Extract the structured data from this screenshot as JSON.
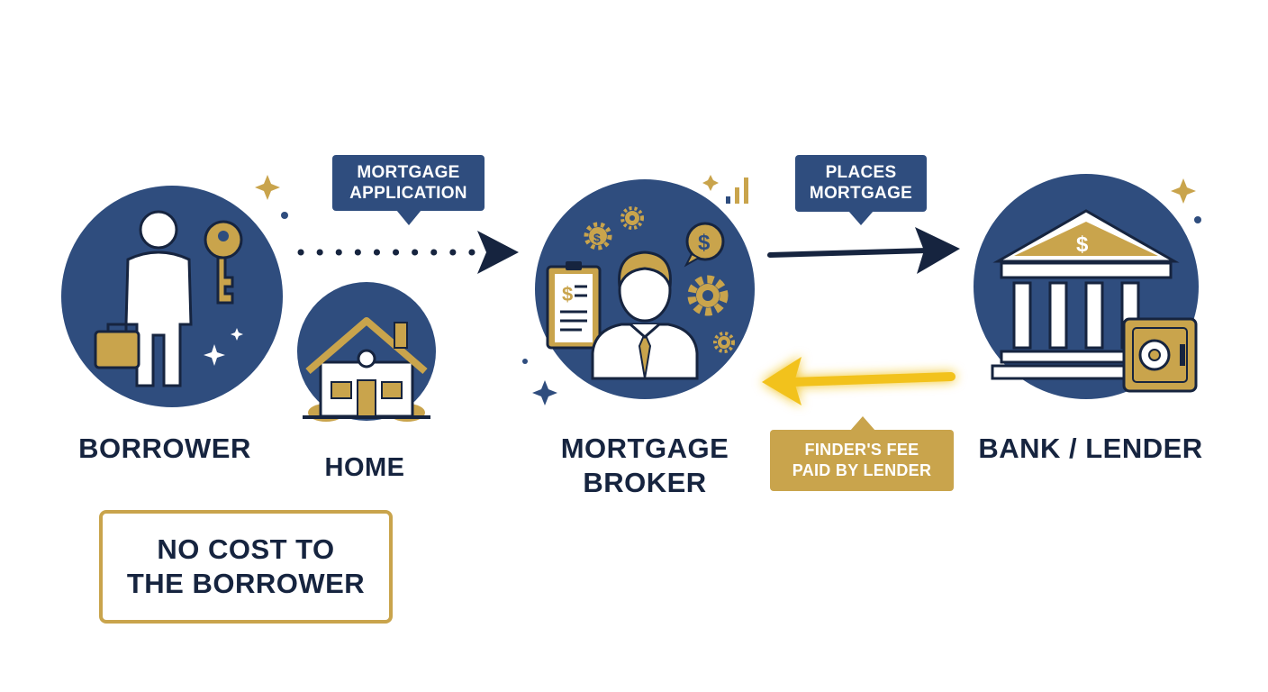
{
  "diagram": {
    "nodes": {
      "borrower": {
        "label": "BORROWER"
      },
      "home": {
        "label": "HOME"
      },
      "broker": {
        "label_line1": "MORTGAGE",
        "label_line2": "BROKER"
      },
      "bank": {
        "label": "BANK / LENDER"
      }
    },
    "edges": {
      "application": {
        "line1": "MORTGAGE",
        "line2": "APPLICATION",
        "style": "dotted"
      },
      "places": {
        "line1": "PLACES",
        "line2": "MORTGAGE",
        "style": "solid"
      },
      "fee": {
        "line1": "FINDER'S FEE",
        "line2": "PAID BY LENDER",
        "style": "glow"
      }
    },
    "note": {
      "line1": "NO COST TO",
      "line2": "THE BORROWER"
    }
  },
  "colors": {
    "navy": "#2f4d7e",
    "dark_navy": "#16243f",
    "gold": "#c9a44c",
    "yellow_arrow": "#f2c21b",
    "white": "#ffffff"
  }
}
